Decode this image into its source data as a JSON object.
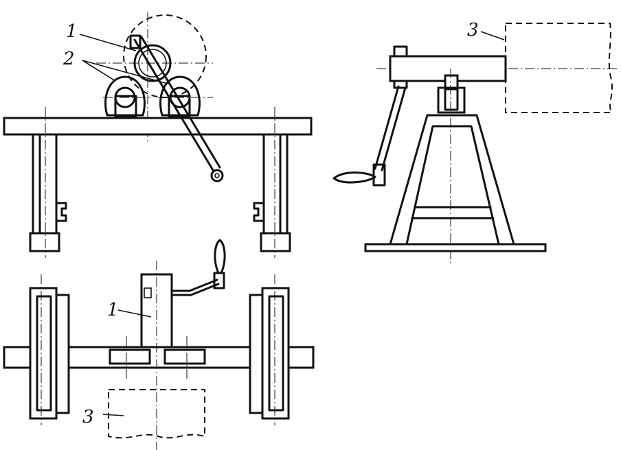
{
  "labels": {
    "front_shaft": "1",
    "front_rollers": "2",
    "side_part": "3",
    "top_shaft": "1",
    "top_part": "3"
  }
}
